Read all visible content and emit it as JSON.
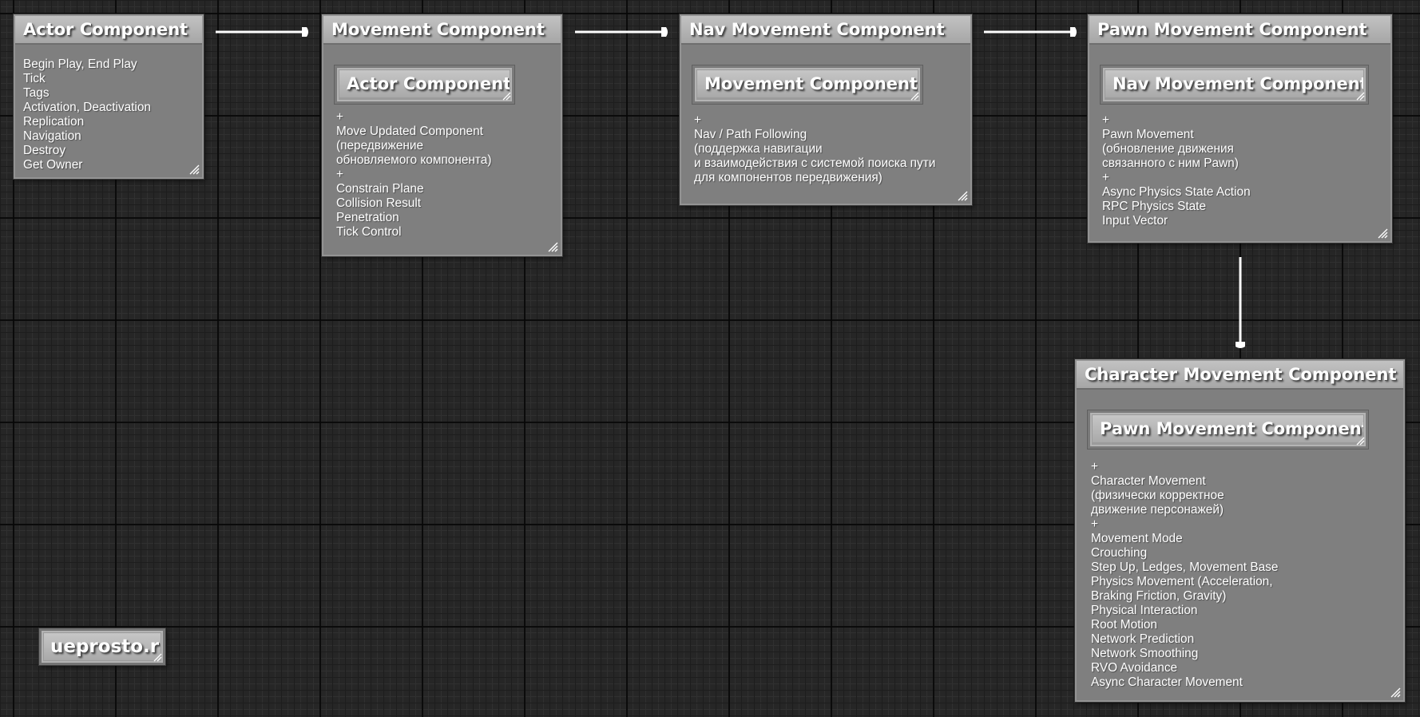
{
  "nodes": {
    "actor": {
      "title": "Actor Component",
      "lines": [
        "Begin Play, End Play",
        "Tick",
        "Tags",
        "Activation, Deactivation",
        "Replication",
        "Navigation",
        "Destroy",
        "Get Owner"
      ]
    },
    "movement": {
      "title": "Movement Component",
      "parent": "Actor Component",
      "lines": [
        "+",
        "Move Updated Component",
        "(передвижение",
        "обновляемого компонента)",
        "+",
        "Constrain Plane",
        "Collision Result",
        "Penetration",
        "Tick Control"
      ]
    },
    "nav_movement": {
      "title": "Nav Movement Component",
      "parent": "Movement Component",
      "lines": [
        "+",
        "Nav / Path Following",
        "(поддержка навигации",
        "и взаимодействия с системой поиска пути",
        "для компонентов передвижения)"
      ]
    },
    "pawn_movement": {
      "title": "Pawn Movement Component",
      "parent": "Nav Movement Component",
      "lines": [
        "+",
        "Pawn Movement",
        "(обновление движения",
        "связанного с ним Pawn)",
        "+",
        "Async Physics State Action",
        "RPC Physics State",
        "Input Vector"
      ]
    },
    "character_movement": {
      "title": "Character Movement Component",
      "parent": "Pawn Movement Component",
      "lines": [
        "+",
        "Character Movement",
        "(физически корректное",
        "движение персонажей)",
        "+",
        "Movement Mode",
        "Crouching",
        "Step Up, Ledges, Movement Base",
        "Physics Movement (Acceleration,",
        "Braking Friction, Gravity)",
        "Physical Interaction",
        "Root Motion",
        "Network Prediction",
        "Network Smoothing",
        "RVO Avoidance",
        "Async Character Movement"
      ]
    }
  },
  "site": {
    "label": "ueprosto.ru"
  },
  "colors": {
    "background": "#262626",
    "node_fill": "#7f7f7f",
    "title_bar": "#b4b4b4",
    "text": "#ffffff",
    "connector": "#ffffff"
  },
  "icons": {
    "resize": "resize-grip-icon",
    "arrow": "arrow-connector-icon"
  }
}
